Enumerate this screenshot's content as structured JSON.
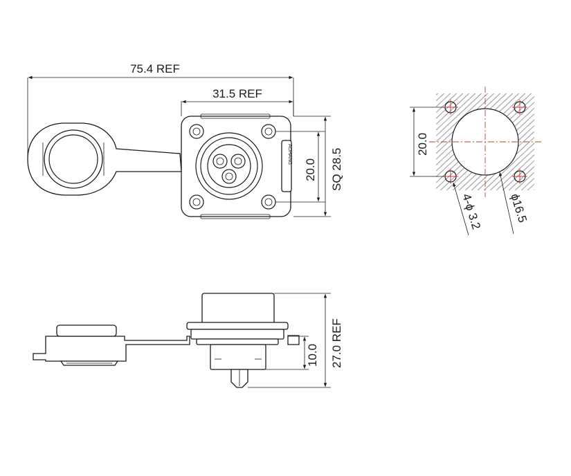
{
  "dimensions": {
    "overall_length": "75.4 REF",
    "flange_width": "31.5 REF",
    "hole_spacing_front": "20.0",
    "square_size": "SQ 28.5",
    "hole_spacing_cutout": "20.0",
    "mount_holes": "4-ϕ 3.2",
    "cutout_diameter": "ϕ16.5",
    "side_height": "27.0 REF",
    "side_depth": "10.0"
  },
  "side_label": "AOHANG",
  "colors": {
    "line": "#1a1a1a",
    "centerline": "#c0392b",
    "hatch": "#8a8a8a"
  }
}
